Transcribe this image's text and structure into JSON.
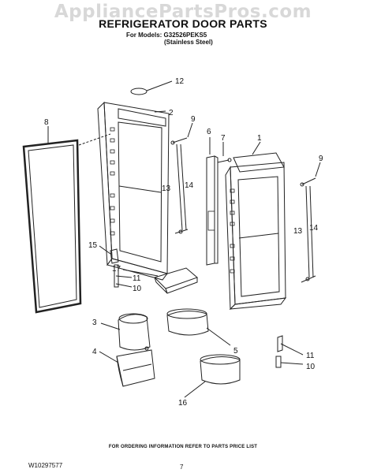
{
  "watermark": "AppliancePartsPros.com",
  "title": "REFRIGERATOR DOOR PARTS",
  "models_line": "For Models: G32526PEKS5",
  "finish_line": "(Stainless Steel)",
  "callouts": [
    "12",
    "2",
    "8",
    "9",
    "6",
    "7",
    "1",
    "9",
    "13",
    "14",
    "13",
    "14",
    "15",
    "17",
    "11",
    "10",
    "3",
    "5",
    "4",
    "11",
    "10",
    "16"
  ],
  "footer": {
    "ordering_info": "FOR ORDERING INFORMATION REFER TO PARTS PRICE LIST",
    "part_code": "W10297577",
    "page_number": "7"
  }
}
